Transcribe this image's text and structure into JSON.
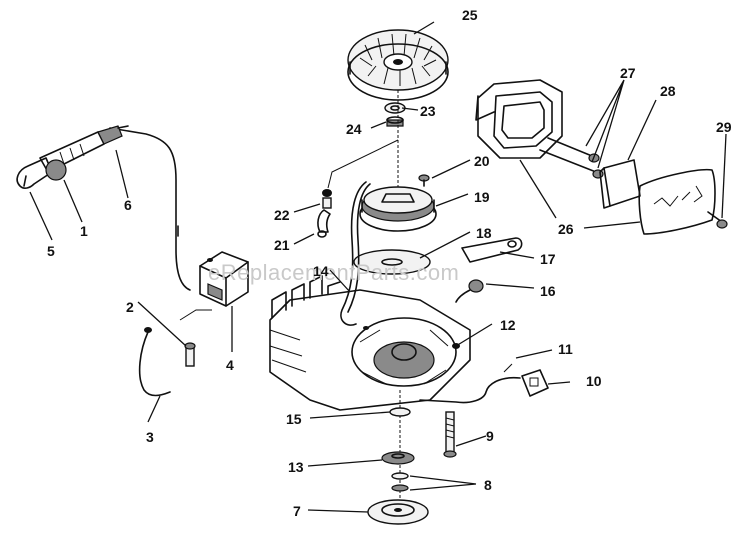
{
  "watermark": "eReplacementParts.com",
  "callouts": [
    {
      "id": "1",
      "label": "1"
    },
    {
      "id": "2",
      "label": "2"
    },
    {
      "id": "3",
      "label": "3"
    },
    {
      "id": "4",
      "label": "4"
    },
    {
      "id": "5",
      "label": "5"
    },
    {
      "id": "6",
      "label": "6"
    },
    {
      "id": "7",
      "label": "7"
    },
    {
      "id": "8",
      "label": "8"
    },
    {
      "id": "9",
      "label": "9"
    },
    {
      "id": "10",
      "label": "10"
    },
    {
      "id": "11",
      "label": "11"
    },
    {
      "id": "12",
      "label": "12"
    },
    {
      "id": "13",
      "label": "13"
    },
    {
      "id": "14",
      "label": "14"
    },
    {
      "id": "15",
      "label": "15"
    },
    {
      "id": "16",
      "label": "16"
    },
    {
      "id": "17",
      "label": "17"
    },
    {
      "id": "18",
      "label": "18"
    },
    {
      "id": "19",
      "label": "19"
    },
    {
      "id": "20",
      "label": "20"
    },
    {
      "id": "21",
      "label": "21"
    },
    {
      "id": "22",
      "label": "22"
    },
    {
      "id": "23",
      "label": "23"
    },
    {
      "id": "24",
      "label": "24"
    },
    {
      "id": "25",
      "label": "25"
    },
    {
      "id": "26",
      "label": "26"
    },
    {
      "id": "27",
      "label": "27"
    },
    {
      "id": "28",
      "label": "28"
    },
    {
      "id": "29",
      "label": "29"
    }
  ]
}
